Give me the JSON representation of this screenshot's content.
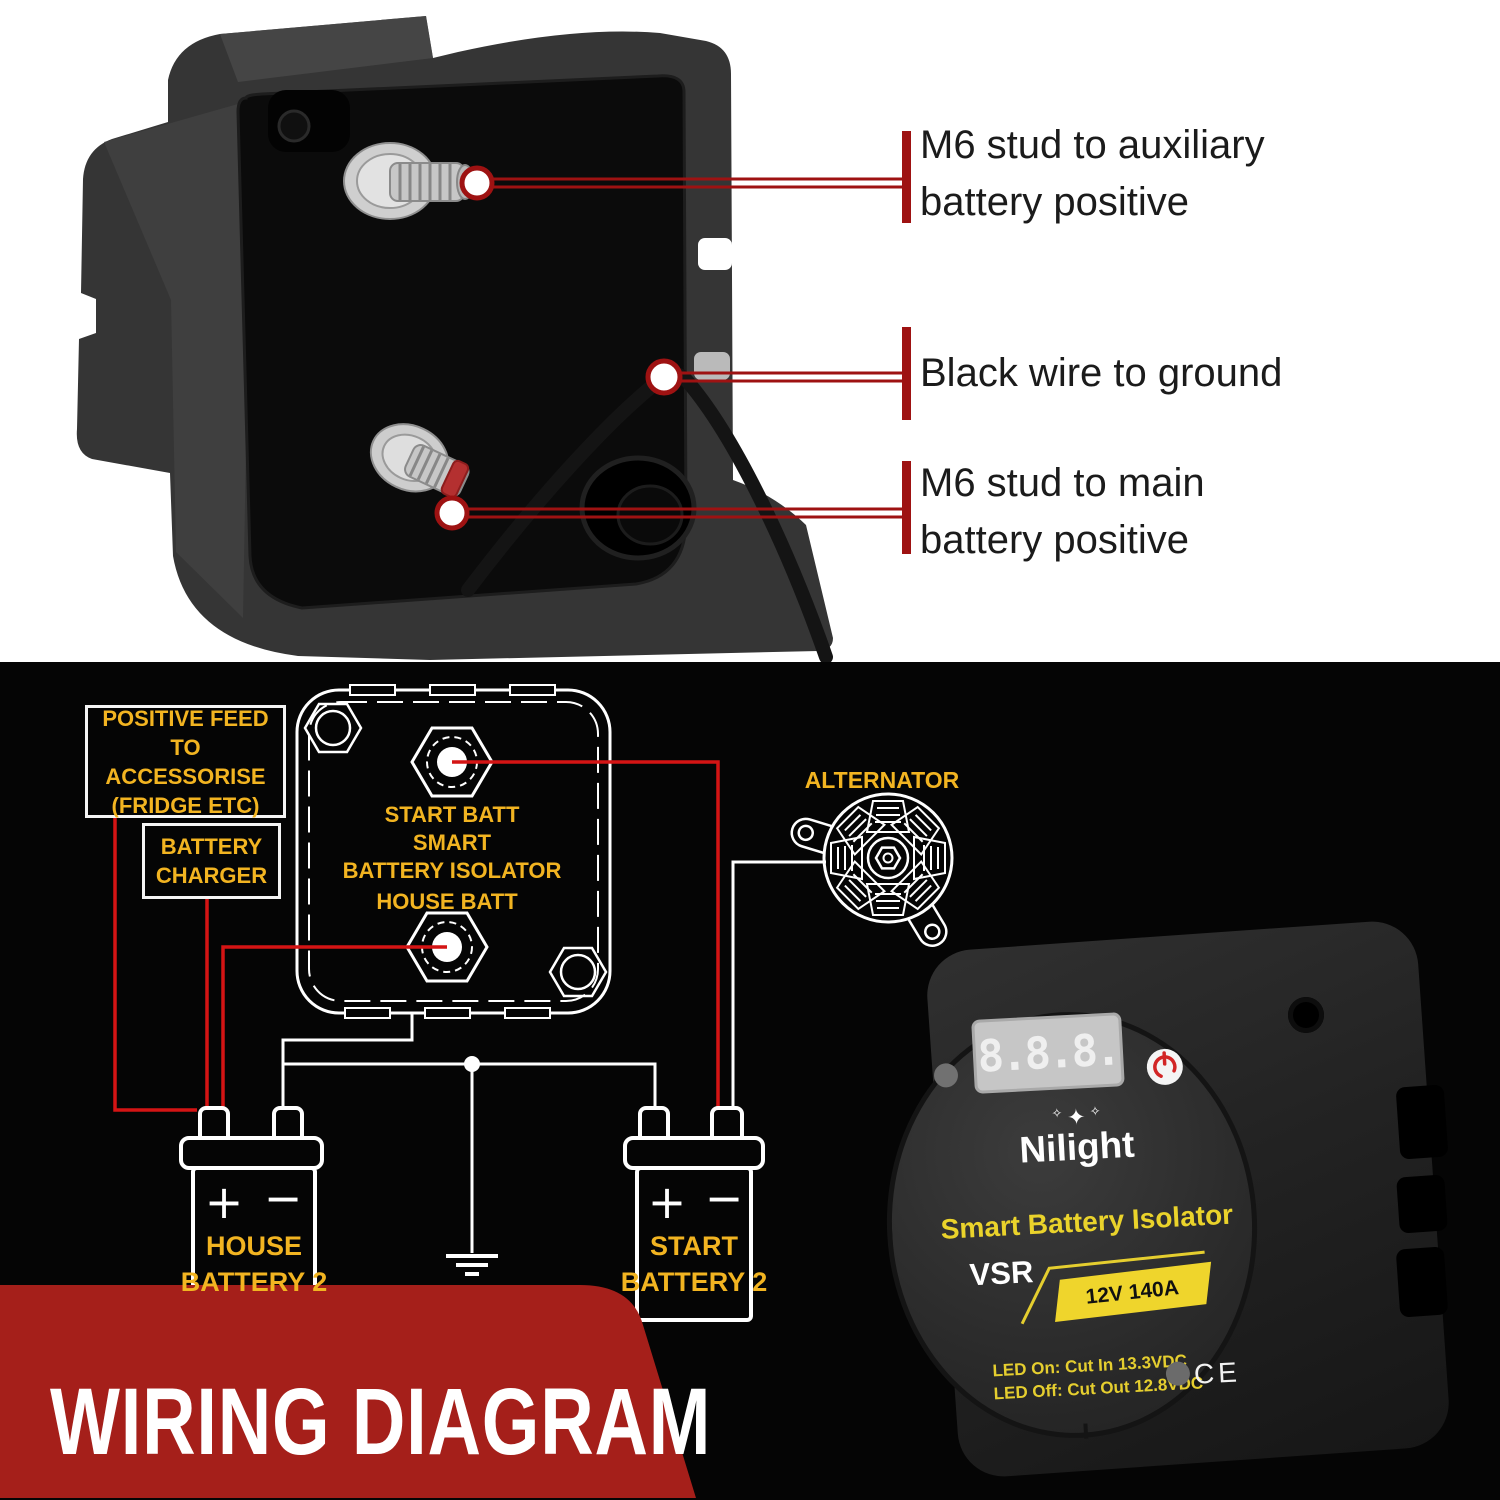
{
  "colors": {
    "accent_red": "#9e1212",
    "wire_red": "#d41414",
    "diagram_yellow": "#f2b421",
    "brand_yellow": "#ead32b",
    "ribbon_red": "#a51f1a",
    "background_black": "#050505"
  },
  "callouts": {
    "aux": {
      "line1": "M6 stud to auxiliary",
      "line2": "battery positive"
    },
    "ground": {
      "line1": "Black wire to ground"
    },
    "main": {
      "line1": "M6 stud to main",
      "line2": "battery positive"
    }
  },
  "diagram": {
    "positive_feed": {
      "line1": "POSITIVE FEED",
      "line2": "TO ACCESSORISE",
      "line3": "(FRIDGE ETC)"
    },
    "battery_charger": {
      "line1": "BATTERY",
      "line2": "CHARGER"
    },
    "isolator": {
      "line1": "START BATT",
      "line2": "SMART",
      "line3": "BATTERY ISOLATOR",
      "house_stud": "HOUSE BATT"
    },
    "alternator_label": "ALTERNATOR",
    "house_battery": {
      "line1": "HOUSE",
      "line2": "BATTERY 2",
      "plus": "+",
      "minus": "−"
    },
    "start_battery": {
      "line1": "START",
      "line2": "BATTERY 2",
      "plus": "+",
      "minus": "−"
    },
    "title": "WIRING DIAGRAM"
  },
  "product": {
    "display": "8.8.8.",
    "sparkle_big": "✦",
    "sparkle_small": "✧",
    "brand": "Nilight",
    "name": "Smart Battery Isolator",
    "model": "VSR",
    "rating": "12V 140A",
    "led_on": "LED On:  Cut In 13.3VDC",
    "led_off": "LED Off:  Cut Out 12.8VDC",
    "certification": "CE"
  }
}
